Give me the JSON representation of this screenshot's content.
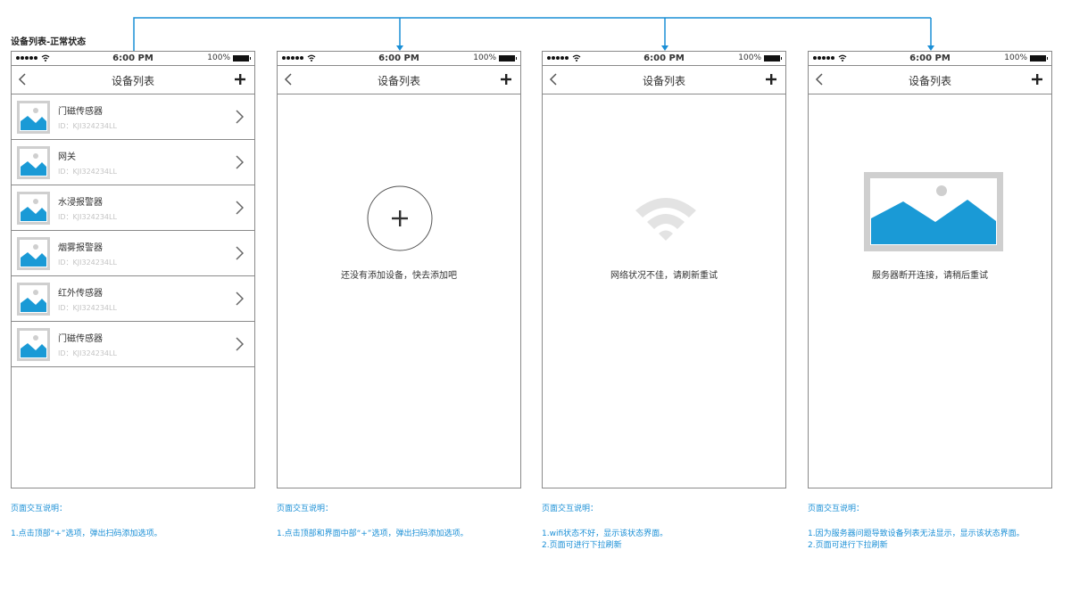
{
  "page_title": "设备列表-正常状态",
  "status_bar": {
    "carrier_dots": 5,
    "time": "6:00 PM",
    "battery": "100%"
  },
  "nav_title": "设备列表",
  "devices": [
    {
      "name": "门磁传感器",
      "id": "ID：KJI324234LL"
    },
    {
      "name": "网关",
      "id": "ID：KJI324234LL"
    },
    {
      "name": "水浸报警器",
      "id": "ID：KJI324234LL"
    },
    {
      "name": "烟雾报警器",
      "id": "ID：KJI324234LL"
    },
    {
      "name": "红外传感器",
      "id": "ID：KJI324234LL"
    },
    {
      "name": "门磁传感器",
      "id": "ID：KJI324234LL"
    }
  ],
  "screens": {
    "empty": {
      "message": "还没有添加设备，快去添加吧"
    },
    "network_error": {
      "message": "网络状况不佳，请刷新重试"
    },
    "server_error": {
      "message": "服务器断开连接，请稍后重试"
    }
  },
  "notes": [
    {
      "heading": "页面交互说明：",
      "lines": [
        "1.点击顶部“+”选项，弹出扫码添加选项。"
      ]
    },
    {
      "heading": "页面交互说明：",
      "lines": [
        "1.点击顶部和界面中部“+”选项，弹出扫码添加选项。"
      ]
    },
    {
      "heading": "页面交互说明：",
      "lines": [
        "1.wifi状态不好，显示该状态界面。",
        "2.页面可进行下拉刷新"
      ]
    },
    {
      "heading": "页面交互说明：",
      "lines": [
        "1.因为服务器问题导致设备列表无法显示，显示该状态界面。",
        "2.页面可进行下拉刷新"
      ]
    }
  ],
  "colors": {
    "accent": "#1a8fd6",
    "image_blue": "#1a9ad6",
    "border": "#8a8a8a"
  },
  "icons": [
    "back-chevron-icon",
    "plus-icon",
    "image-placeholder-icon",
    "chevron-right-icon",
    "wifi-icon",
    "battery-icon"
  ]
}
